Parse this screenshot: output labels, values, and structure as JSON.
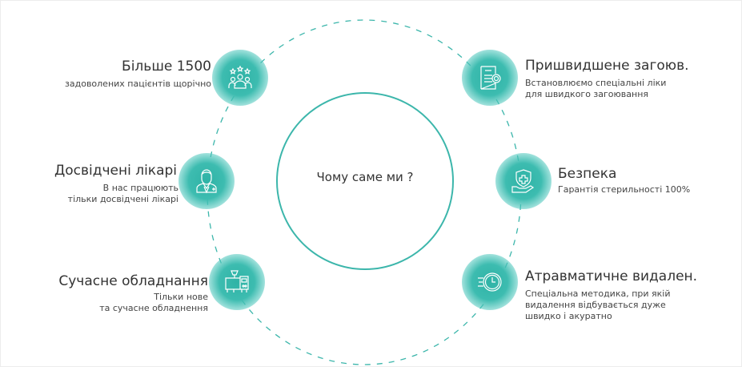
{
  "center": {
    "title": "Чому саме ми ?"
  },
  "colors": {
    "accent": "#2fb3a6",
    "ring": "#3cb6ab"
  },
  "features": [
    {
      "icon": "patients-stars-icon",
      "title": "Більше 1500",
      "desc": [
        "задоволених пацієнтів щорічно"
      ]
    },
    {
      "icon": "doctor-icon",
      "title": "Досвідчені лікарі",
      "desc": [
        "В нас працюють",
        "тільки досвідчені лікарі"
      ]
    },
    {
      "icon": "equipment-icon",
      "title": "Сучасне обладнання",
      "desc": [
        "Тільки нове",
        "та сучасне обладнення"
      ]
    },
    {
      "icon": "certificate-icon",
      "title": "Пришвидшене загоюв.",
      "desc": [
        "Встановлюємо спеціальні ліки",
        "для швидкого загоювання"
      ]
    },
    {
      "icon": "shield-hand-icon",
      "title": "Безпека",
      "desc": [
        "Гарантія стерильності 100%"
      ]
    },
    {
      "icon": "fast-clock-icon",
      "title": "Атравматичне видален.",
      "desc": [
        "Спеціальна методика, при якій",
        "видалення відбувається дуже",
        "швидко і акуратно"
      ]
    }
  ]
}
